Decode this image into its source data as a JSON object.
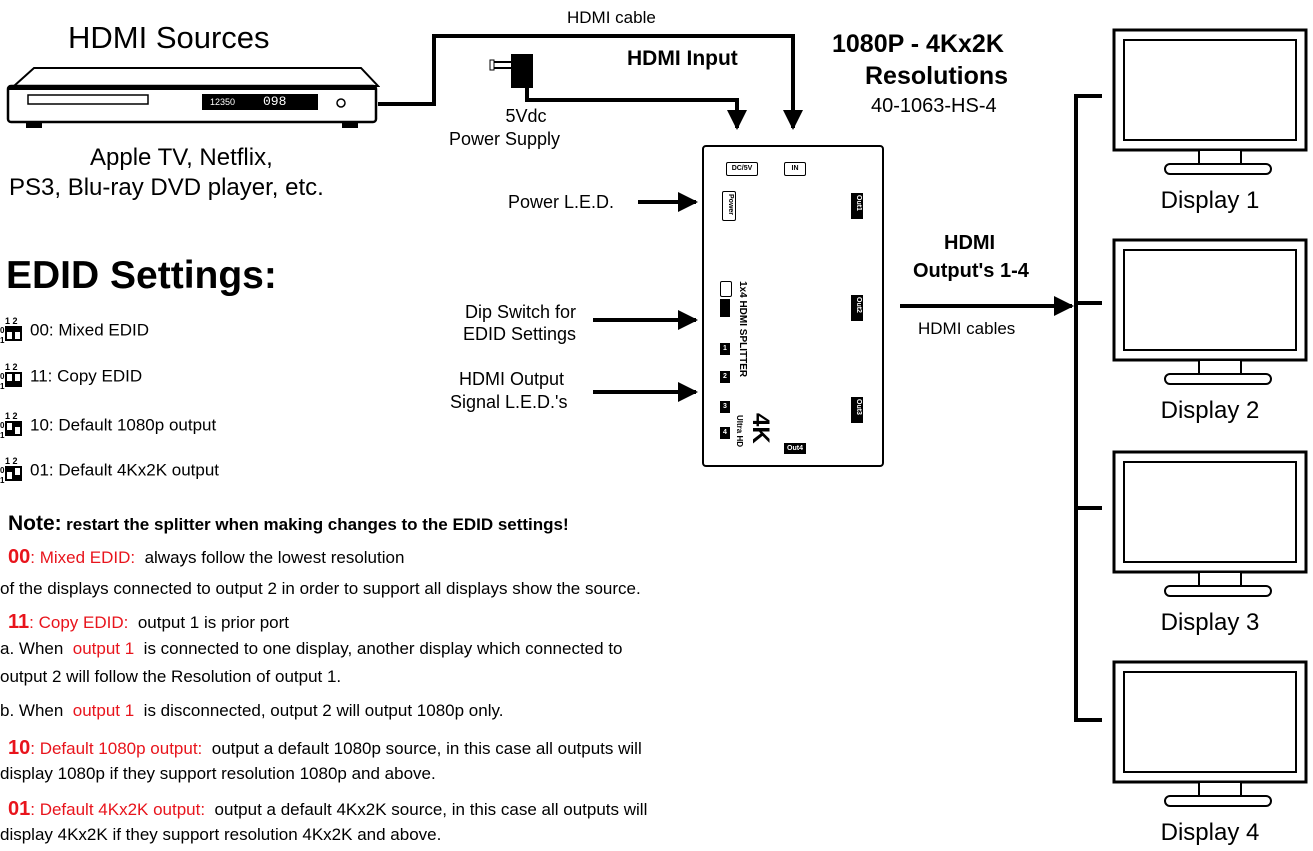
{
  "sources": {
    "title": "HDMI Sources",
    "player_display": "12350",
    "player_track": "098",
    "examples_line1": "Apple TV, Netflix,",
    "examples_line2": "PS3, Blu-ray DVD player, etc."
  },
  "cable_top": "HDMI cable",
  "hdmi_input": "HDMI Input",
  "power_supply_line1": "5Vdc",
  "power_supply_line2": "Power Supply",
  "resolutions_line1": "1080P - 4Kx2K",
  "resolutions_line2": "Resolutions",
  "model": "40-1063-HS-4",
  "callouts": {
    "power_led": "Power L.E.D.",
    "dip_line1": "Dip Switch for",
    "dip_line2": "EDID Settings",
    "signal_line1": "HDMI Output",
    "signal_line2": "Signal L.E.D.'s"
  },
  "device": {
    "dc_label": "DC/5V",
    "in_label": "IN",
    "power_label": "Power",
    "out1": "Out1",
    "out2": "Out2",
    "out3": "Out3",
    "out4": "Out4",
    "name": "1x4 HDMI SPLITTER",
    "brand_4k": "4K",
    "ultra_hd": "Ultra HD",
    "led1": "1",
    "led2": "2",
    "led3": "3",
    "led4": "4"
  },
  "outputs_line1": "HDMI",
  "outputs_line2": "Output's 1-4",
  "outputs_cables": "HDMI cables",
  "displays": [
    "Display 1",
    "Display 2",
    "Display 3",
    "Display 4"
  ],
  "edid": {
    "title": "EDID Settings:",
    "settings": [
      "00: Mixed EDID",
      "11: Copy EDID",
      "10: Default 1080p output",
      "01: Default 4Kx2K output"
    ]
  },
  "notes": {
    "note_label": "Note:",
    "note_text": "restart the splitter when making changes to the EDID settings!",
    "n00_code": "00",
    "n00_name": ": Mixed EDID:",
    "n00_text": "always follow the lowest resolution",
    "n00_line2": "of the displays connected to    output 2 in order to support all displays show the source.",
    "n11_code": "11",
    "n11_name": ": Copy EDID:",
    "n11_text": "output 1 is prior port",
    "a_pre": "a. When",
    "a_red": "output 1",
    "a_post": "is connected to one display, another display which connected to",
    "a_line2": "output 2 will follow the Resolution of output 1.",
    "b_pre": "b. When",
    "b_red": "output 1",
    "b_post": "is disconnected, output    2 will output 1080p only.",
    "n10_code": "10",
    "n10_name": ": Default 1080p output:",
    "n10_text": "output a default 1080p source, in this case all outputs will",
    "n10_line2": "display 1080p if they support resolution 1080p and above.",
    "n01_code": "01",
    "n01_name": ": Default 4Kx2K output:",
    "n01_text": "output a default 4Kx2K source, in this case all outputs will",
    "n01_line2": "display 4Kx2K if they support resolution 4Kx2K and above."
  }
}
